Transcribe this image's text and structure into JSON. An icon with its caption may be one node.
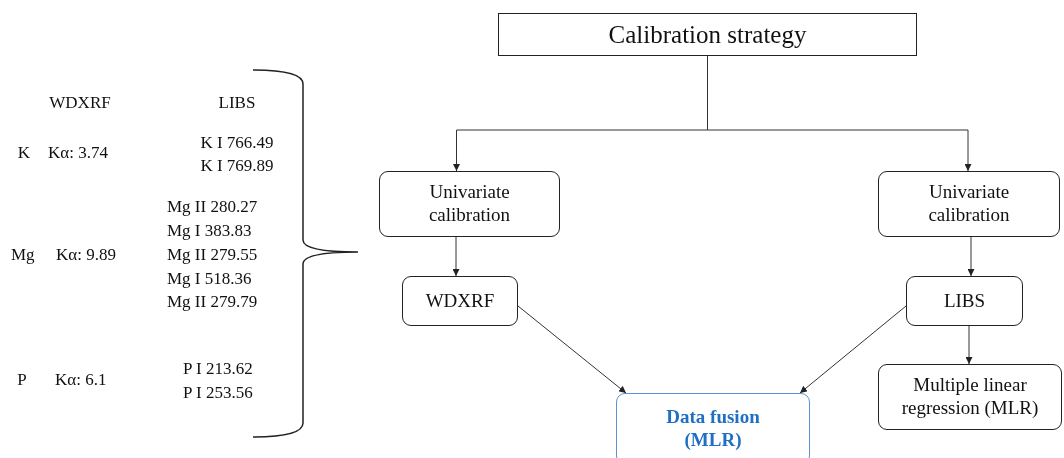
{
  "diagram": {
    "nodes": [
      {
        "text": [
          "Calibration strategy"
        ]
      },
      {
        "text": [
          "Univariate calibration"
        ]
      },
      {
        "text": [
          "Univariate calibration"
        ]
      },
      {
        "text": [
          "WDXRF"
        ]
      },
      {
        "text": [
          "LIBS"
        ]
      },
      {
        "text": [
          "Multiple linear regression (MLR)"
        ]
      },
      {
        "text": [
          "Data fusion (MLR)"
        ]
      }
    ],
    "edges": [
      {
        "from": 0,
        "to": 1,
        "arrow": "to"
      },
      {
        "from": 0,
        "to": 2,
        "arrow": "to"
      },
      {
        "from": 1,
        "to": 3,
        "arrow": "to"
      },
      {
        "from": 2,
        "to": 4,
        "arrow": "to"
      },
      {
        "from": 3,
        "to": 6,
        "arrow": "to"
      },
      {
        "from": 4,
        "to": 6,
        "arrow": "to"
      },
      {
        "from": 4,
        "to": 5,
        "arrow": "to"
      }
    ],
    "labels": [
      "WDXRF",
      "LIBS",
      "K I 766.49",
      "K",
      "Kα: 3.74",
      "K I 769.89",
      "Mg II 280.27",
      "Mg I 383.83",
      "Mg",
      "Kα: 9.89",
      "Mg II 279.55",
      "Mg I 518.36",
      "Mg II 279.79",
      "P I 213.62",
      "P",
      "Kα: 6.1",
      "P I 253.56"
    ]
  }
}
